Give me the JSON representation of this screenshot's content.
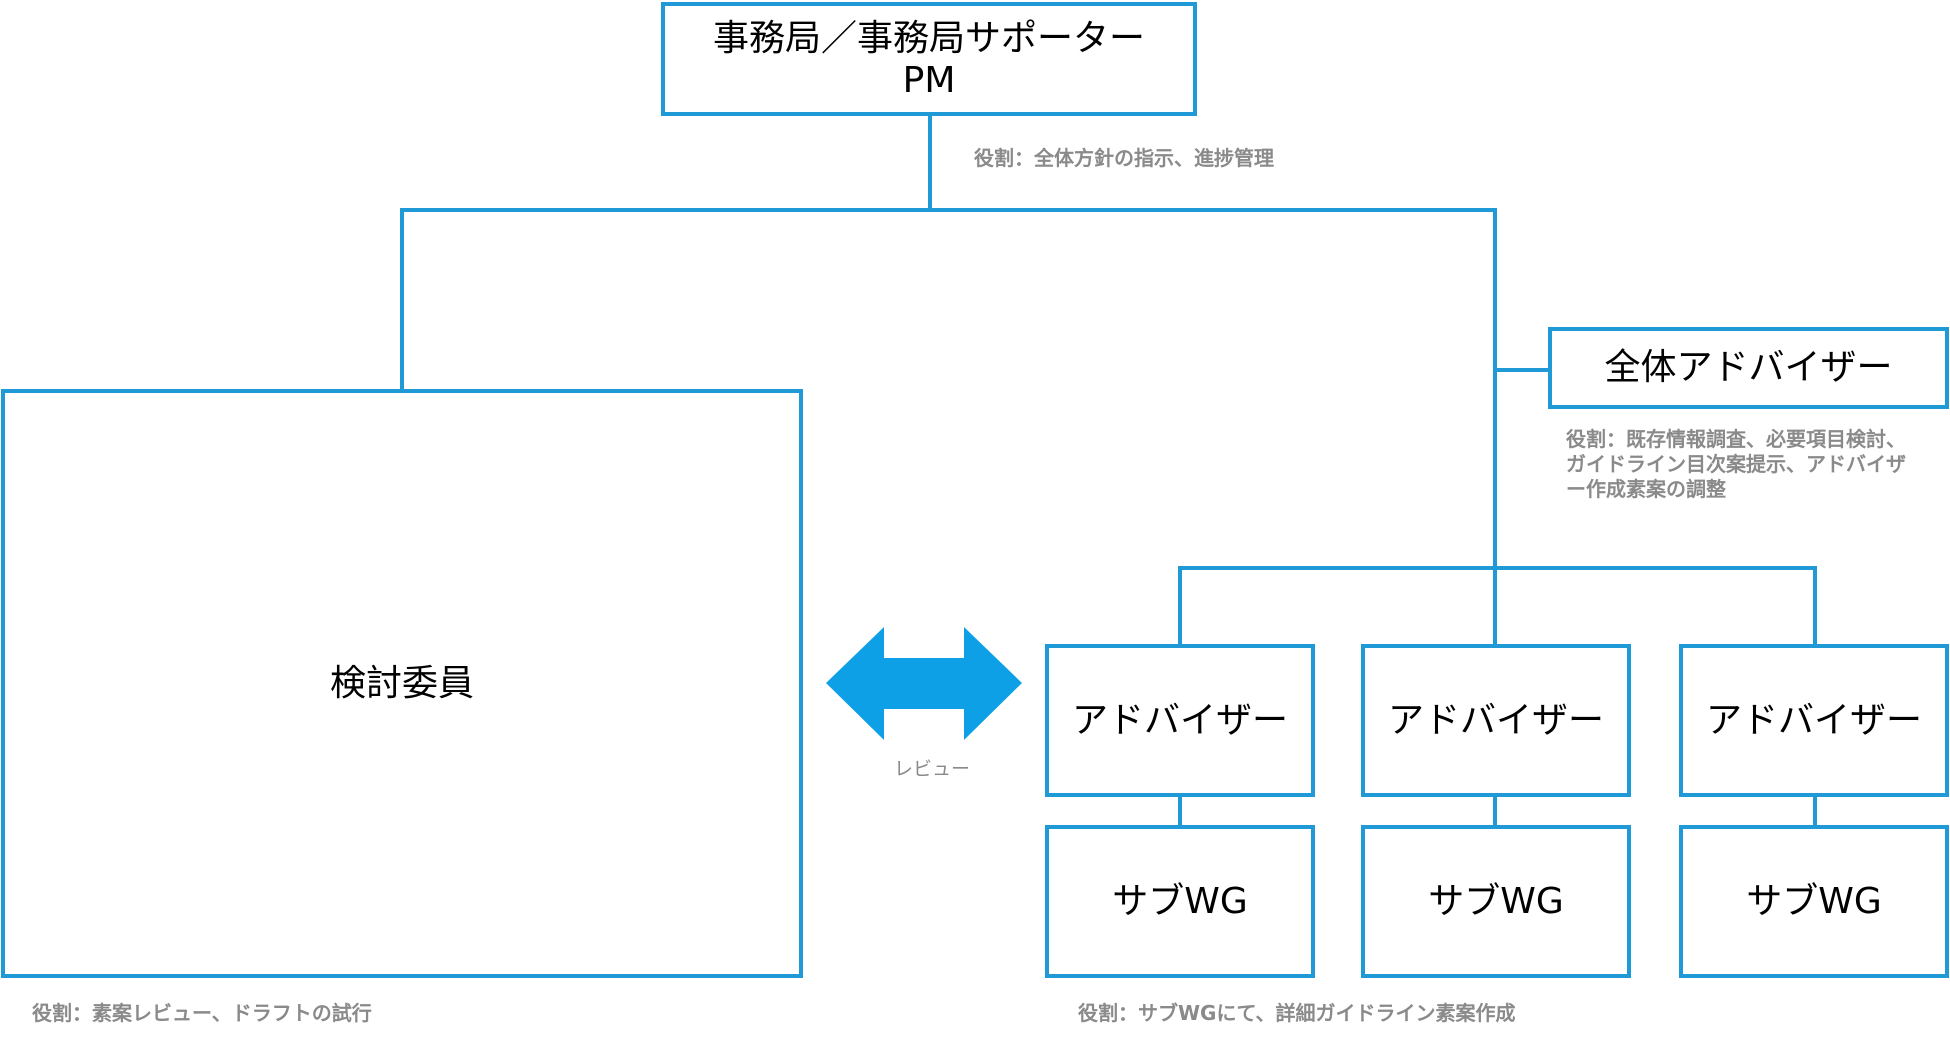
{
  "colors": {
    "line": "#1f9ad6",
    "arrow": "#0ea0e6",
    "note_text": "#8a8a8a",
    "box_text": "#000000"
  },
  "secretariat": {
    "title": "事務局／事務局サポーター",
    "subtitle": "PM",
    "role": "役割：全体方針の指示、進捗管理"
  },
  "committee": {
    "title": "検討委員",
    "role": "役割：素案レビュー、ドラフトの試行"
  },
  "overall_adviser": {
    "title": "全体アドバイザー",
    "role": "役割：既存情報調査、必要項目検討、ガイドライン目次案提示、アドバイザー作成素案の調整"
  },
  "review_arrow": {
    "label": "レビュー",
    "icon": "double-headed-arrow-icon"
  },
  "advisers": [
    {
      "title": "アドバイザー",
      "subgroup": "サブWG"
    },
    {
      "title": "アドバイザー",
      "subgroup": "サブWG"
    },
    {
      "title": "アドバイザー",
      "subgroup": "サブWG"
    }
  ],
  "subwg_role": "役割：サブWGにて、詳細ガイドライン素案作成"
}
